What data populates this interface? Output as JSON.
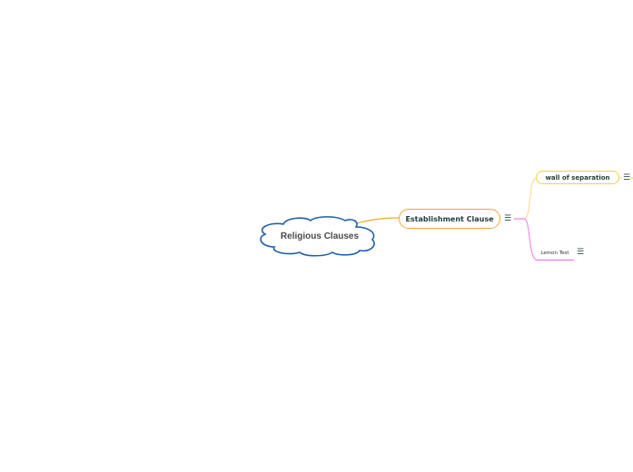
{
  "mindmap": {
    "root": {
      "label": "Religious Clauses",
      "shape": "cloud",
      "border_color": "#1e5fa8"
    },
    "nodes": [
      {
        "id": "establishment",
        "label": "Establishment Clause",
        "border_color": "#f0a830",
        "connector_color": "#f0a830",
        "has_notes_icon": true,
        "notes_icon": "menu-lines-icon"
      },
      {
        "id": "wall",
        "label": "wall of separation",
        "border_color": "#f2d23a",
        "connector_color": "#f8d68a",
        "has_notes_icon": true,
        "notes_icon": "menu-lines-icon"
      },
      {
        "id": "lemon",
        "label": "Lemon Test",
        "underline_color": "#d43ad4",
        "connector_color": "#f07ae8",
        "has_notes_icon": true,
        "notes_icon": "menu-lines-icon"
      }
    ],
    "icons": {
      "menu_glyph": "☰"
    }
  }
}
